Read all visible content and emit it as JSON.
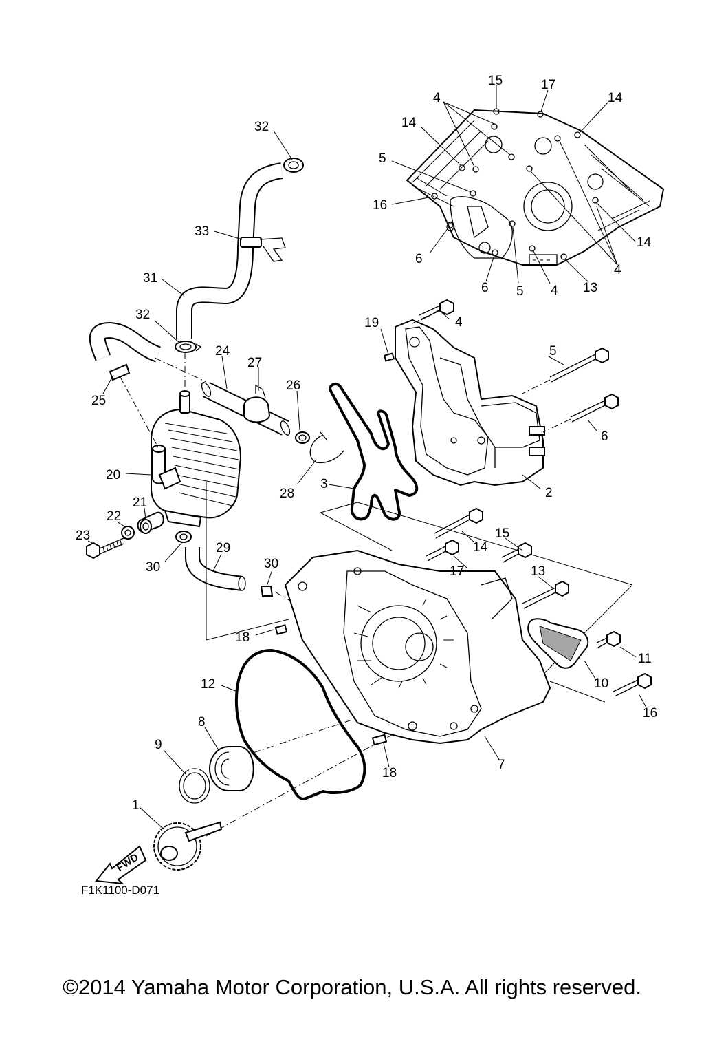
{
  "figure_code": "F1K1100-D071",
  "copyright": "©2014 Yamaha Motor Corporation, U.S.A. All rights reserved.",
  "fwd_label": "FWD",
  "part_labels": [
    {
      "id": "p15a",
      "text": "15"
    },
    {
      "id": "p17a",
      "text": "17"
    },
    {
      "id": "p4a",
      "text": "4"
    },
    {
      "id": "p14a",
      "text": "14"
    },
    {
      "id": "p14b",
      "text": "14"
    },
    {
      "id": "p5a",
      "text": "5"
    },
    {
      "id": "p16a",
      "text": "16"
    },
    {
      "id": "p14c",
      "text": "14"
    },
    {
      "id": "p6a",
      "text": "6"
    },
    {
      "id": "p4b",
      "text": "4"
    },
    {
      "id": "p6b",
      "text": "6"
    },
    {
      "id": "p5b",
      "text": "5"
    },
    {
      "id": "p4c",
      "text": "4"
    },
    {
      "id": "p13a",
      "text": "13"
    },
    {
      "id": "p32a",
      "text": "32"
    },
    {
      "id": "p33",
      "text": "33"
    },
    {
      "id": "p31",
      "text": "31"
    },
    {
      "id": "p32b",
      "text": "32"
    },
    {
      "id": "p19",
      "text": "19"
    },
    {
      "id": "p4d",
      "text": "4"
    },
    {
      "id": "p24",
      "text": "24"
    },
    {
      "id": "p27",
      "text": "27"
    },
    {
      "id": "p5c",
      "text": "5"
    },
    {
      "id": "p25",
      "text": "25"
    },
    {
      "id": "p26",
      "text": "26"
    },
    {
      "id": "p6c",
      "text": "6"
    },
    {
      "id": "p20",
      "text": "20"
    },
    {
      "id": "p3",
      "text": "3"
    },
    {
      "id": "p28",
      "text": "28"
    },
    {
      "id": "p2",
      "text": "2"
    },
    {
      "id": "p21",
      "text": "21"
    },
    {
      "id": "p22",
      "text": "22"
    },
    {
      "id": "p23",
      "text": "23"
    },
    {
      "id": "p14d",
      "text": "14"
    },
    {
      "id": "p15b",
      "text": "15"
    },
    {
      "id": "p29",
      "text": "29"
    },
    {
      "id": "p30a",
      "text": "30"
    },
    {
      "id": "p17b",
      "text": "17"
    },
    {
      "id": "p13b",
      "text": "13"
    },
    {
      "id": "p30b",
      "text": "30"
    },
    {
      "id": "p18a",
      "text": "18"
    },
    {
      "id": "p11",
      "text": "11"
    },
    {
      "id": "p12",
      "text": "12"
    },
    {
      "id": "p10",
      "text": "10"
    },
    {
      "id": "p16b",
      "text": "16"
    },
    {
      "id": "p8",
      "text": "8"
    },
    {
      "id": "p9",
      "text": "9"
    },
    {
      "id": "p18b",
      "text": "18"
    },
    {
      "id": "p7",
      "text": "7"
    },
    {
      "id": "p1",
      "text": "1"
    }
  ]
}
